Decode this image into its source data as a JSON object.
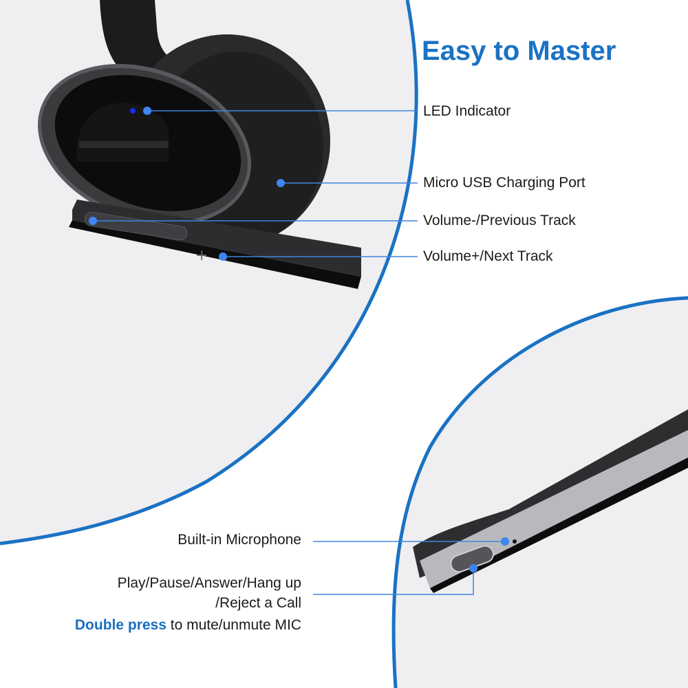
{
  "title": "Easy to Master",
  "colors": {
    "accent": "#1a72c4",
    "callout_line": "#3d86e0",
    "background_circle": "#efeef0"
  },
  "callouts_top": [
    {
      "label": "LED Indicator"
    },
    {
      "label": "Micro USB Charging Port"
    },
    {
      "label": "Volume-/Previous Track"
    },
    {
      "label": "Volume+/Next Track"
    }
  ],
  "callouts_bottom": {
    "microphone": "Built-in Microphone",
    "play_line1": "Play/Pause/Answer/Hang up",
    "play_line2": "/Reject a Call",
    "double_press_bold": "Double press",
    "double_press_rest": " to mute/unmute MIC"
  },
  "images": [
    {
      "name": "headset-earcup",
      "description": "Black headset ear cup with boom microphone"
    },
    {
      "name": "boom-mic-closeup",
      "description": "Close-up of boom microphone tip with button"
    }
  ]
}
